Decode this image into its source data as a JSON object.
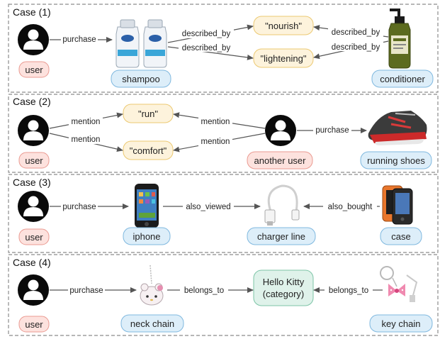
{
  "cases": [
    {
      "title": "Case (1)",
      "labels": {
        "user": "user",
        "shampoo": "shampoo",
        "conditioner": "conditioner"
      },
      "attributes": {
        "nourish": "\"nourish\"",
        "lightening": "\"lightening\""
      },
      "edges": {
        "purchase": "purchase",
        "described_by_1": "described_by",
        "described_by_2": "described_by",
        "described_by_3": "described_by",
        "described_by_4": "described_by"
      }
    },
    {
      "title": "Case (2)",
      "labels": {
        "user": "user",
        "another_user": "another user",
        "running_shoes": "running shoes"
      },
      "attributes": {
        "run": "\"run\"",
        "comfort": "\"comfort\""
      },
      "edges": {
        "mention_1": "mention",
        "mention_2": "mention",
        "mention_3": "mention",
        "mention_4": "mention",
        "purchase": "purchase"
      }
    },
    {
      "title": "Case (3)",
      "labels": {
        "user": "user",
        "iphone": "iphone",
        "charger_line": "charger line",
        "case": "case"
      },
      "edges": {
        "purchase": "purchase",
        "also_viewed": "also_viewed",
        "also_bought": "also_bought"
      }
    },
    {
      "title": "Case (4)",
      "labels": {
        "user": "user",
        "neck_chain": "neck chain",
        "key_chain": "key chain"
      },
      "category_lines": [
        "Hello Kitty",
        "(category)"
      ],
      "edges": {
        "purchase": "purchase",
        "belongs_to_1": "belongs_to",
        "belongs_to_2": "belongs_to"
      }
    }
  ],
  "colors": {
    "user_fill": "#fde2de",
    "user_stroke": "#ea9a91",
    "item_fill": "#ddeef9",
    "item_stroke": "#7fb8df",
    "attr_fill": "#fdf3dc",
    "attr_stroke": "#ecc972",
    "cat_fill": "#dff2ea",
    "cat_stroke": "#7cc4a6",
    "panel_stroke": "#8c8c8c",
    "arrow": "#555555"
  }
}
